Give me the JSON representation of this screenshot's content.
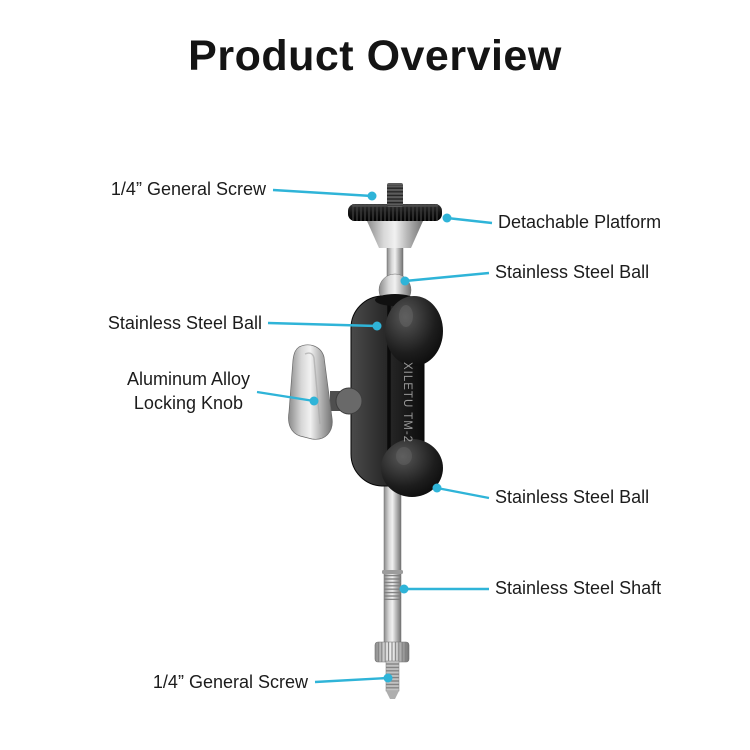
{
  "title": "Product Overview",
  "accent_color": "#2fb4d8",
  "product": {
    "brand_text": "XILETU TM-2"
  },
  "callouts": {
    "top_screw": "1/4” General Screw",
    "platform": "Detachable Platform",
    "ball_upper": "Stainless Steel Ball",
    "ball_left": "Stainless Steel Ball",
    "knob": "Aluminum Alloy\nLocking Knob",
    "ball_lower": "Stainless Steel Ball",
    "shaft": "Stainless Steel Shaft",
    "bottom_screw": "1/4” General Screw"
  }
}
